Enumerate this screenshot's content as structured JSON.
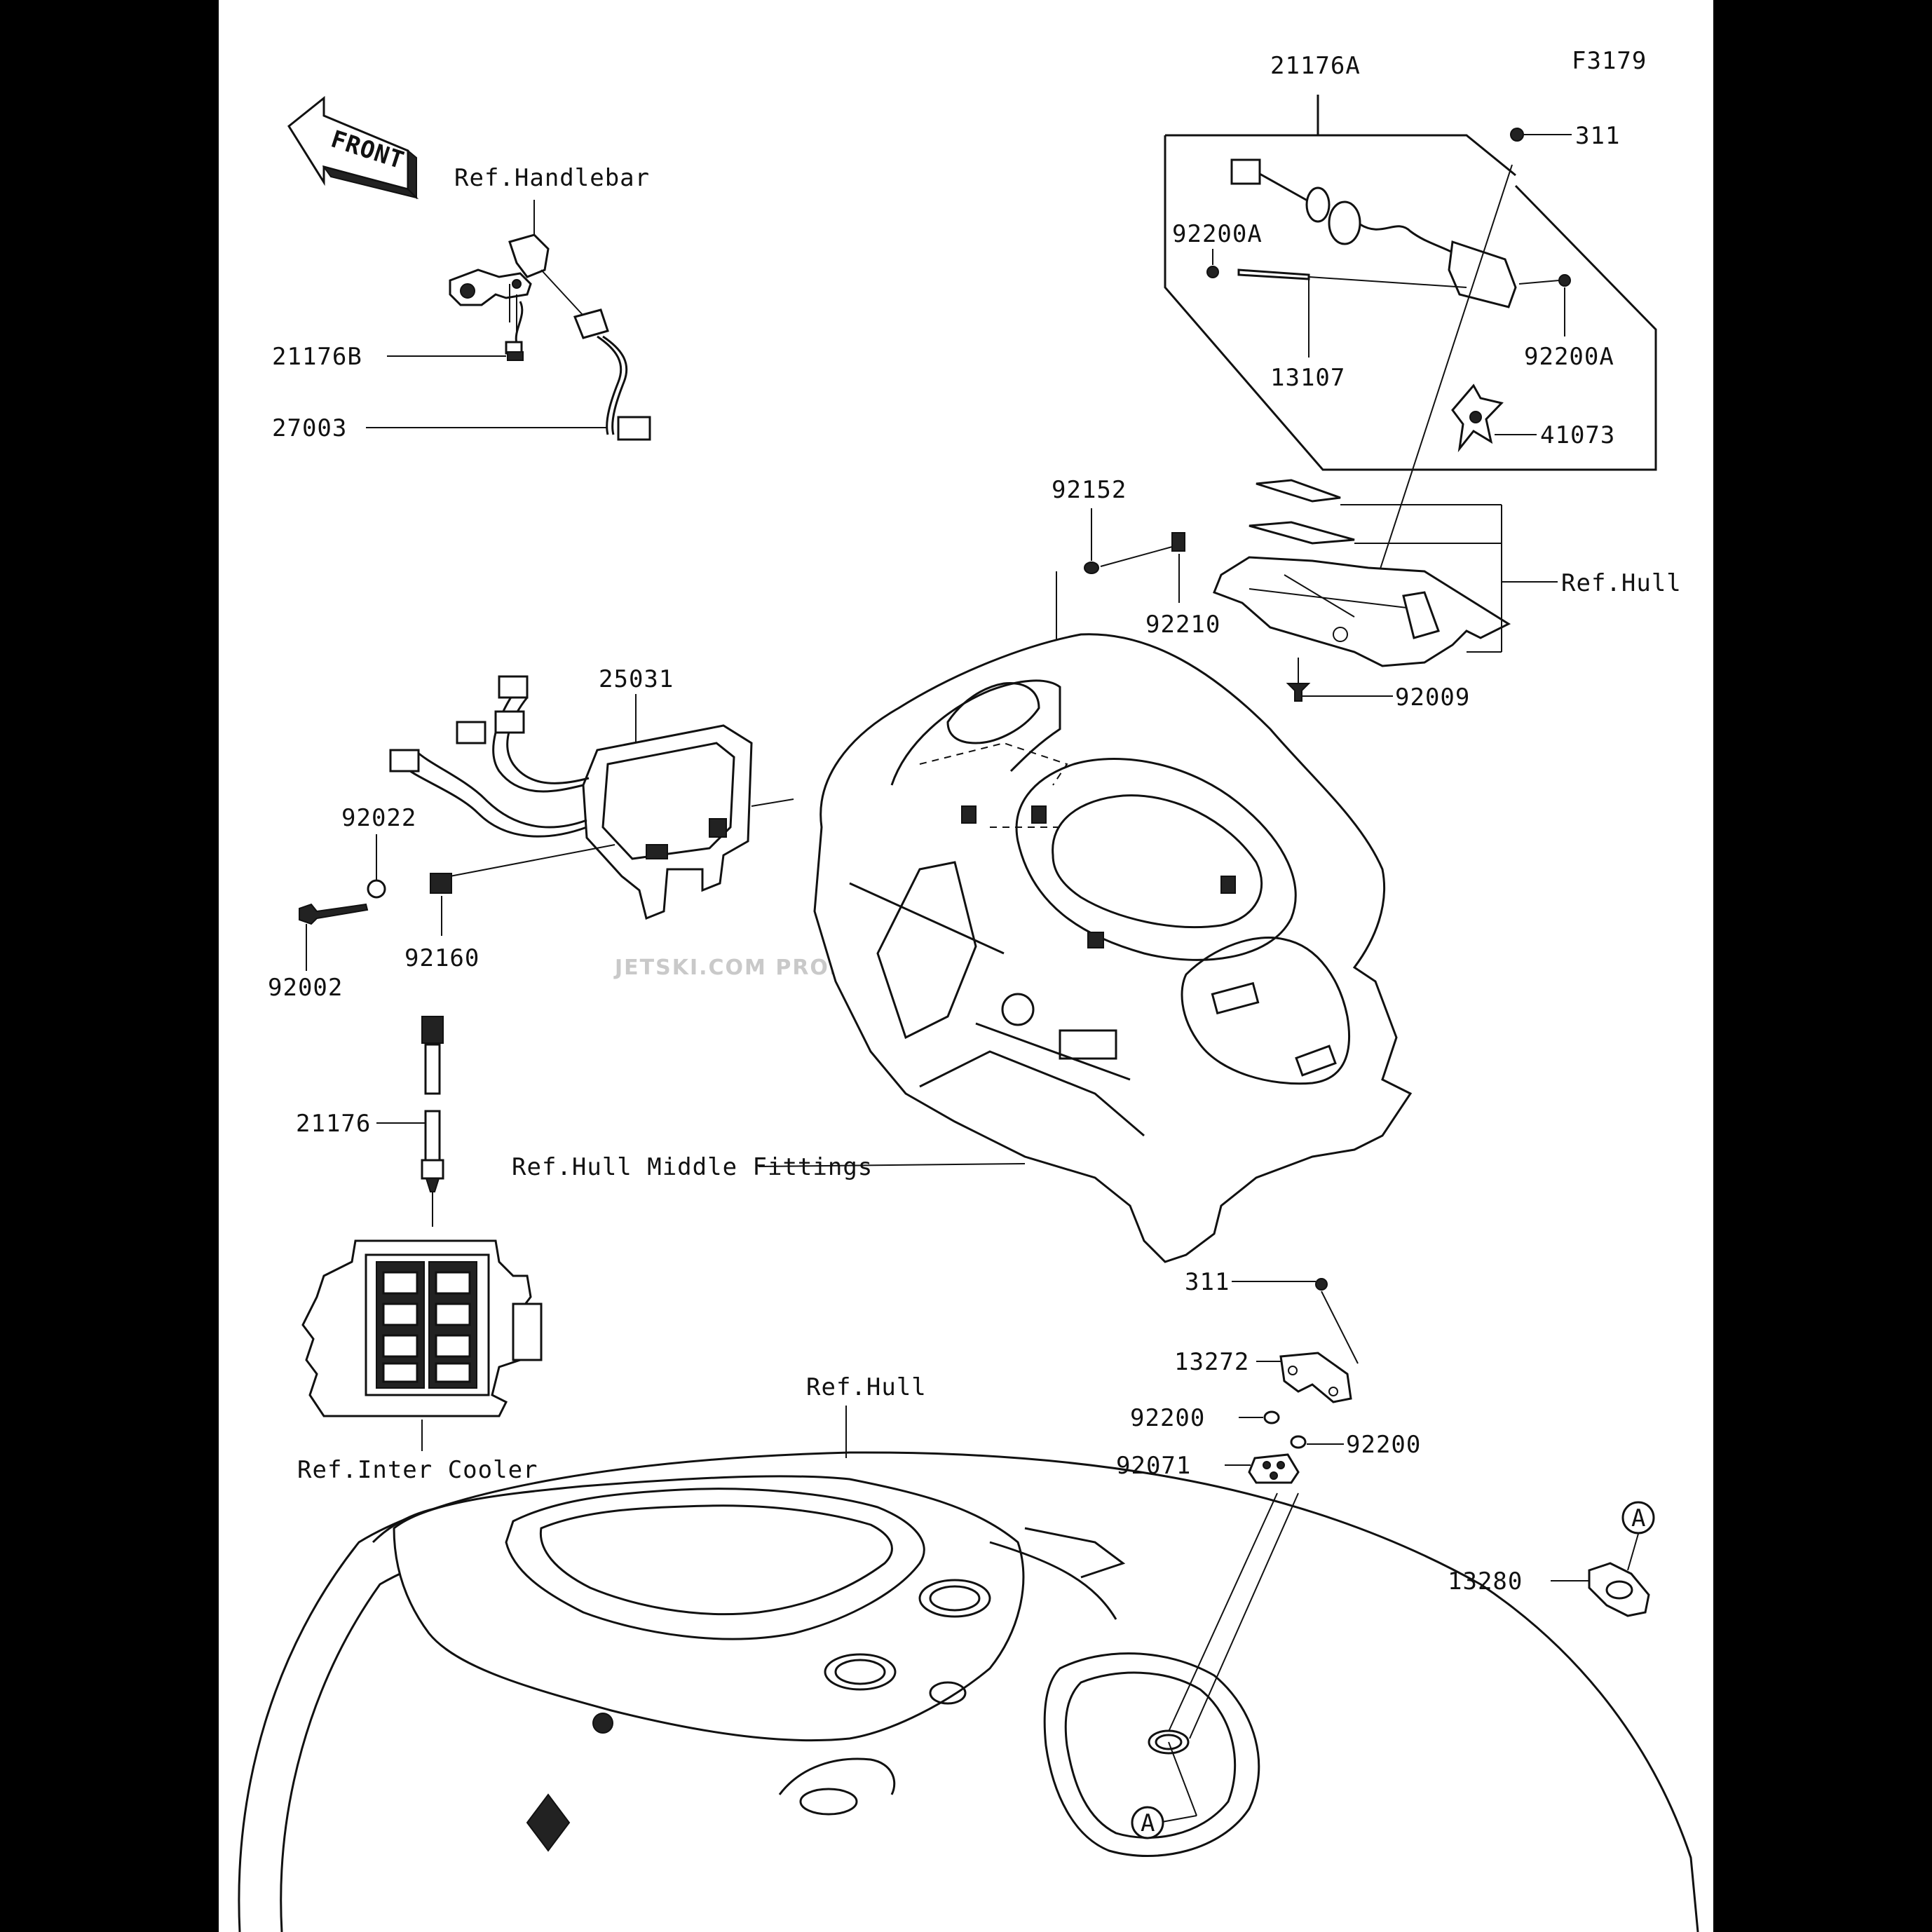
{
  "diagram_id": "F3179",
  "front_label": "FRONT",
  "watermark": "JETSKI.COM  PROMO-JETSKI.COM  PROMO-JETSKI.COM",
  "callout_letter": "A",
  "labels": {
    "p21176A": "21176A",
    "p311_top": "311",
    "p92200A_left": "92200A",
    "p92200A_right": "92200A",
    "p13107": "13107",
    "p41073": "41073",
    "ref_handlebar": "Ref.Handlebar",
    "p21176B": "21176B",
    "p27003": "27003",
    "p92152": "92152",
    "p92210": "92210",
    "ref_hull_top": "Ref.Hull",
    "p92009": "92009",
    "p25031": "25031",
    "p92022": "92022",
    "p92160": "92160",
    "p92002": "92002",
    "p21176": "21176",
    "ref_hull_middle": "Ref.Hull Middle Fittings",
    "ref_inter_cooler": "Ref.Inter Cooler",
    "ref_hull_bottom": "Ref.Hull",
    "p311_bottom": "311",
    "p13272": "13272",
    "p92200_left": "92200",
    "p92200_right": "92200",
    "p92071": "92071",
    "p13280": "13280"
  }
}
